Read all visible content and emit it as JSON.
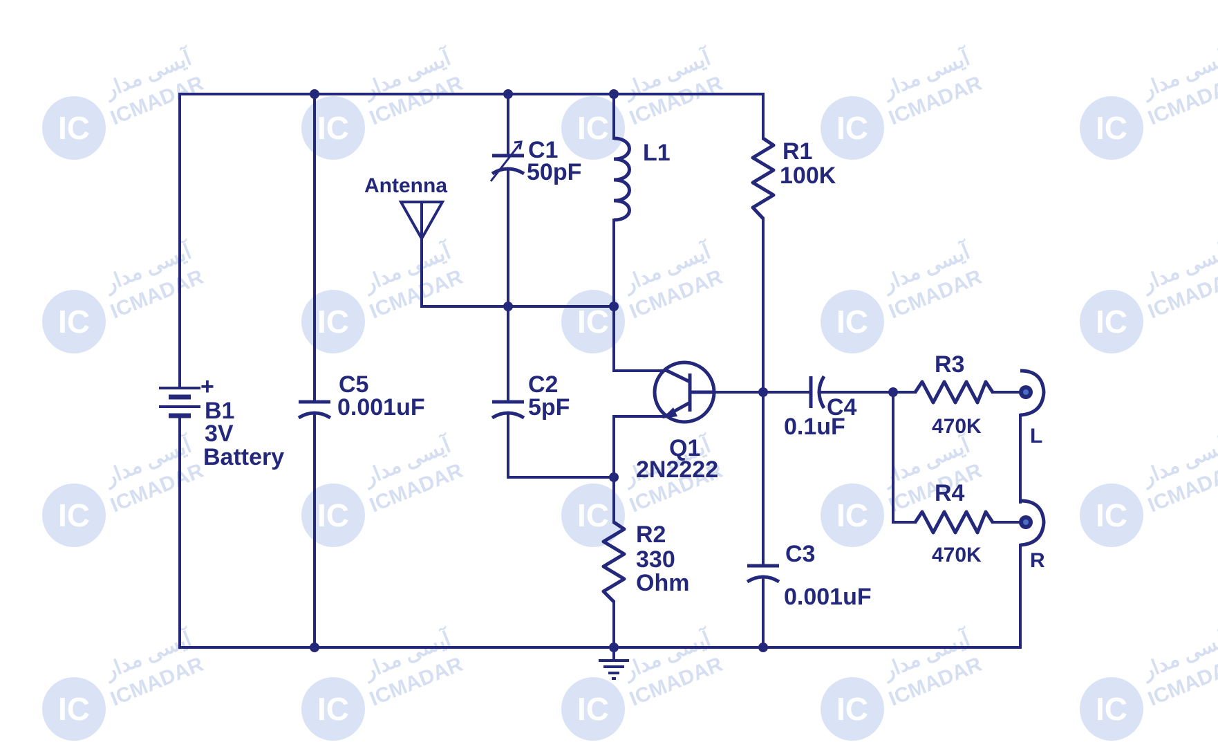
{
  "colors": {
    "wire": "#24287a",
    "watermark": "#c9d5ee",
    "watermark_circle": "#cfdcf3",
    "background": "#ffffff"
  },
  "watermark": {
    "logo_text": "IC",
    "brand_text": "ICMADAR",
    "brand_text_fa": "آیسی مدار"
  },
  "components": {
    "battery": {
      "ref": "B1",
      "value": "3V",
      "type": "Battery",
      "plus": "+"
    },
    "c5": {
      "ref": "C5",
      "value": "0.001uF"
    },
    "c1": {
      "ref": "C1",
      "value": "50pF"
    },
    "l1": {
      "ref": "L1"
    },
    "antenna": {
      "label": "Antenna"
    },
    "c2": {
      "ref": "C2",
      "value": "5pF"
    },
    "r1": {
      "ref": "R1",
      "value": "100K"
    },
    "q1": {
      "ref": "Q1",
      "part": "2N2222"
    },
    "r2": {
      "ref": "R2",
      "value": "330",
      "unit": "Ohm"
    },
    "c4": {
      "ref": "C4",
      "value": "0.1uF"
    },
    "c3": {
      "ref": "C3",
      "value": "0.001uF"
    },
    "r3": {
      "ref": "R3",
      "value": "470K"
    },
    "r4": {
      "ref": "R4",
      "value": "470K"
    },
    "out_l": {
      "label": "L"
    },
    "out_r": {
      "label": "R"
    }
  }
}
